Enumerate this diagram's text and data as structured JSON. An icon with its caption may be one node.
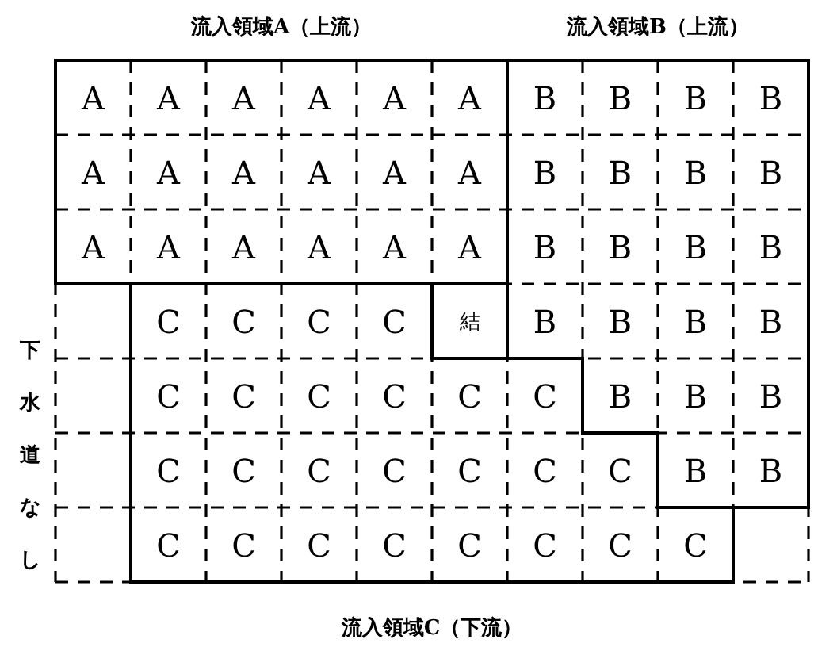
{
  "diagram": {
    "labels": [
      "流入領域A（上流）",
      "流入領域B（上流）",
      "A",
      "A",
      "A",
      "A",
      "A",
      "A",
      "B",
      "B",
      "B",
      "B",
      "A",
      "A",
      "A",
      "A",
      "A",
      "A",
      "B",
      "B",
      "B",
      "B",
      "A",
      "A",
      "A",
      "A",
      "A",
      "A",
      "B",
      "B",
      "B",
      "B",
      "C",
      "C",
      "C",
      "C",
      "結",
      "B",
      "B",
      "B",
      "B",
      "C",
      "C",
      "C",
      "C",
      "C",
      "C",
      "B",
      "B",
      "B",
      "C",
      "C",
      "C",
      "C",
      "C",
      "C",
      "C",
      "B",
      "B",
      "C",
      "C",
      "C",
      "C",
      "C",
      "C",
      "C",
      "C",
      "下水道なし",
      "流入領域C（下流）"
    ]
  }
}
